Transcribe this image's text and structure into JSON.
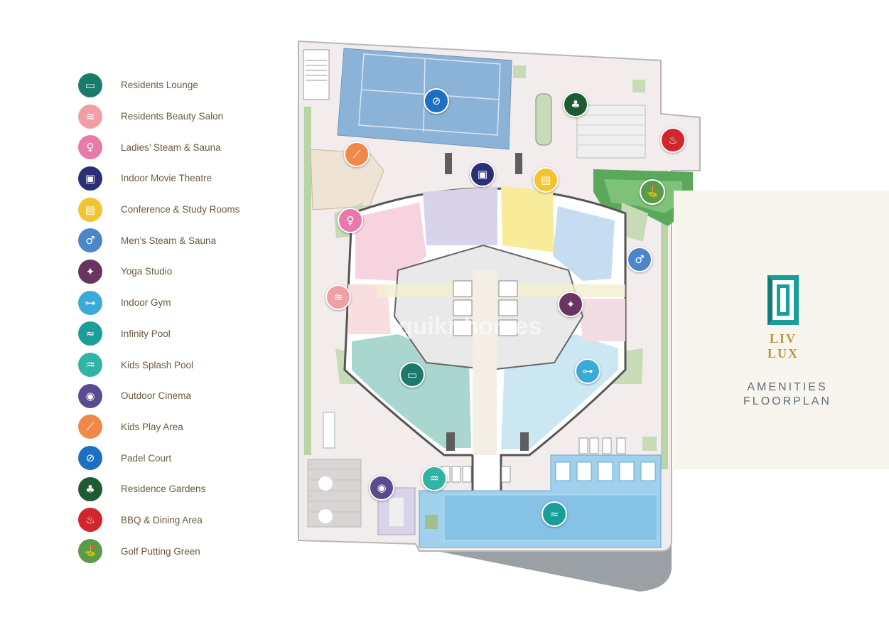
{
  "legend": {
    "items": [
      {
        "label": "Residents Lounge",
        "color": "#1a7a6c",
        "icon": "sofa-icon",
        "glyph": "▭"
      },
      {
        "label": "Residents Beauty Salon",
        "color": "#f0a0a4",
        "icon": "hair-icon",
        "glyph": "≋"
      },
      {
        "label": "Ladies’ Steam & Sauna",
        "color": "#e879a8",
        "icon": "sauna-woman-icon",
        "glyph": "♀"
      },
      {
        "label": "Indoor Movie Theatre",
        "color": "#2a2f78",
        "icon": "theatre-icon",
        "glyph": "▣"
      },
      {
        "label": "Conference & Study Rooms",
        "color": "#f2c530",
        "icon": "book-icon",
        "glyph": "▤"
      },
      {
        "label": "Men’s Steam & Sauna",
        "color": "#4a86c8",
        "icon": "sauna-man-icon",
        "glyph": "♂"
      },
      {
        "label": "Yoga Studio",
        "color": "#6a3460",
        "icon": "yoga-icon",
        "glyph": "✦"
      },
      {
        "label": "Indoor Gym",
        "color": "#3aaad8",
        "icon": "dumbbell-icon",
        "glyph": "⊶"
      },
      {
        "label": "Infinity Pool",
        "color": "#1a9e9a",
        "icon": "swimmer-icon",
        "glyph": "≈"
      },
      {
        "label": "Kids Splash Pool",
        "color": "#2fb4a6",
        "icon": "splash-icon",
        "glyph": "♒"
      },
      {
        "label": "Outdoor Cinema",
        "color": "#5a4a8e",
        "icon": "camera-icon",
        "glyph": "◉"
      },
      {
        "label": "Kids Play Area",
        "color": "#f0884a",
        "icon": "slide-icon",
        "glyph": "⟋"
      },
      {
        "label": "Padel Court",
        "color": "#1f6fc0",
        "icon": "racket-icon",
        "glyph": "⊘"
      },
      {
        "label": "Residence Gardens",
        "color": "#1e5a32",
        "icon": "garden-icon",
        "glyph": "♣"
      },
      {
        "label": "BBQ & Dining Area",
        "color": "#d2262e",
        "icon": "grill-icon",
        "glyph": "♨"
      },
      {
        "label": "Golf Putting Green",
        "color": "#5a9a48",
        "icon": "golfer-icon",
        "glyph": "⛳"
      }
    ]
  },
  "watermark": "quikr homes",
  "brand": {
    "name_line1": "LIV",
    "name_line2": "LUX",
    "title_line1": "AMENITIES",
    "title_line2": "FLOORPLAN",
    "accent": "#b8973f",
    "logo_color": "#1a9e9a"
  }
}
